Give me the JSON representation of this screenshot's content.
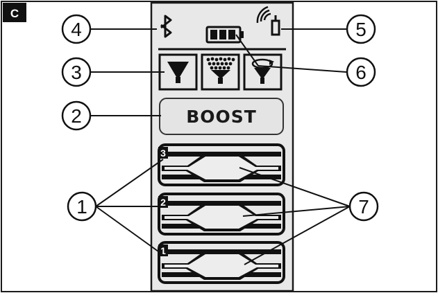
{
  "figure_label": "C",
  "panel": {
    "boost_label": "BOOST",
    "level_labels": [
      "3",
      "2",
      "1"
    ]
  },
  "callouts": [
    "1",
    "2",
    "3",
    "4",
    "5",
    "6",
    "7"
  ],
  "icons": {
    "bluetooth": "bluetooth-icon",
    "battery": "battery-icon",
    "signal": "wireless-signal-icon",
    "mode_focus": "spray-focus-icon",
    "mode_wide": "spray-wide-icon",
    "mode_rotate": "spray-rotate-icon",
    "flow_level": "flow-level-icon"
  },
  "colors": {
    "panel_fill": "#e8e8e8",
    "ink": "#141414",
    "button_fill": "#e4e4e4"
  }
}
